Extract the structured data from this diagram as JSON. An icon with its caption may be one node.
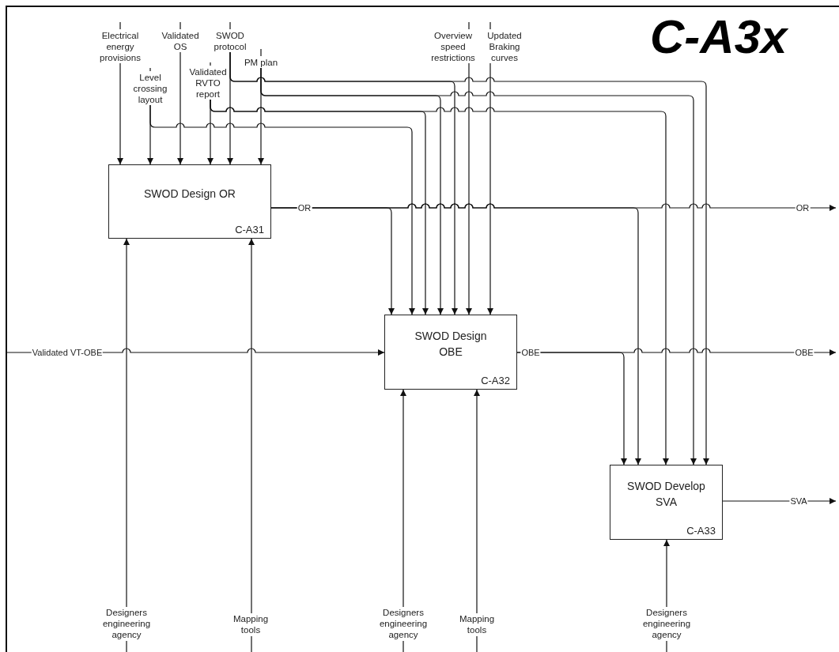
{
  "diagram": {
    "title": "C-A3x",
    "nodes": [
      {
        "text": [
          "SWOD Design OR",
          "C-A31"
        ]
      },
      {
        "text": [
          "SWOD Design OBE",
          "C-A32"
        ]
      },
      {
        "text": [
          "SWOD Develop SVA",
          "C-A33"
        ]
      },
      {
        "text": [
          "Electrical energy provisions"
        ]
      },
      {
        "text": [
          "Level crossing layout"
        ]
      },
      {
        "text": [
          "Validated OS"
        ]
      },
      {
        "text": [
          "Validated RVTO report"
        ]
      },
      {
        "text": [
          "SWOD protocol"
        ]
      },
      {
        "text": [
          "PM plan"
        ]
      },
      {
        "text": [
          "Overview speed restrictions"
        ]
      },
      {
        "text": [
          "Updated Braking curves"
        ]
      },
      {
        "text": [
          "Designers engineering agency"
        ]
      },
      {
        "text": [
          "Mapping tools"
        ]
      },
      {
        "text": [
          "Designers engineering agency"
        ]
      },
      {
        "text": [
          "Mapping tools"
        ]
      },
      {
        "text": [
          "Designers engineering agency"
        ]
      }
    ],
    "edges": [
      {
        "from": 3,
        "to": 0,
        "arrow": "to"
      },
      {
        "from": 4,
        "to": 0,
        "arrow": "to"
      },
      {
        "from": 5,
        "to": 0,
        "arrow": "to"
      },
      {
        "from": 6,
        "to": 0,
        "arrow": "to"
      },
      {
        "from": 7,
        "to": 0,
        "arrow": "to"
      },
      {
        "from": 8,
        "to": 0,
        "arrow": "to"
      },
      {
        "from": 4,
        "to": 1,
        "arrow": "to"
      },
      {
        "from": 6,
        "to": 1,
        "arrow": "to"
      },
      {
        "from": 8,
        "to": 1,
        "arrow": "to"
      },
      {
        "from": 7,
        "to": 1,
        "arrow": "to"
      },
      {
        "from": 9,
        "to": 1,
        "arrow": "to"
      },
      {
        "from": 10,
        "to": 1,
        "arrow": "to"
      },
      {
        "from": 6,
        "to": 2,
        "arrow": "to"
      },
      {
        "from": 8,
        "to": 2,
        "arrow": "to"
      },
      {
        "from": 7,
        "to": 2,
        "arrow": "to"
      },
      {
        "from": null,
        "to": 1,
        "arrow": "to",
        "label": "Validated VT-OBE"
      },
      {
        "from": 11,
        "to": 0,
        "arrow": "to"
      },
      {
        "from": 12,
        "to": 0,
        "arrow": "to"
      },
      {
        "from": 13,
        "to": 1,
        "arrow": "to"
      },
      {
        "from": 14,
        "to": 1,
        "arrow": "to"
      },
      {
        "from": 15,
        "to": 2,
        "arrow": "to"
      },
      {
        "from": 0,
        "to": 1,
        "arrow": "to",
        "label": "OR"
      },
      {
        "from": 0,
        "to": 2,
        "arrow": "to"
      },
      {
        "from": 0,
        "to": null,
        "arrow": "to",
        "label": "OR"
      },
      {
        "from": 1,
        "to": 2,
        "arrow": "to",
        "label": "OBE"
      },
      {
        "from": 1,
        "to": null,
        "arrow": "to",
        "label": "OBE"
      },
      {
        "from": 2,
        "to": null,
        "arrow": "to",
        "label": "SVA"
      }
    ]
  }
}
